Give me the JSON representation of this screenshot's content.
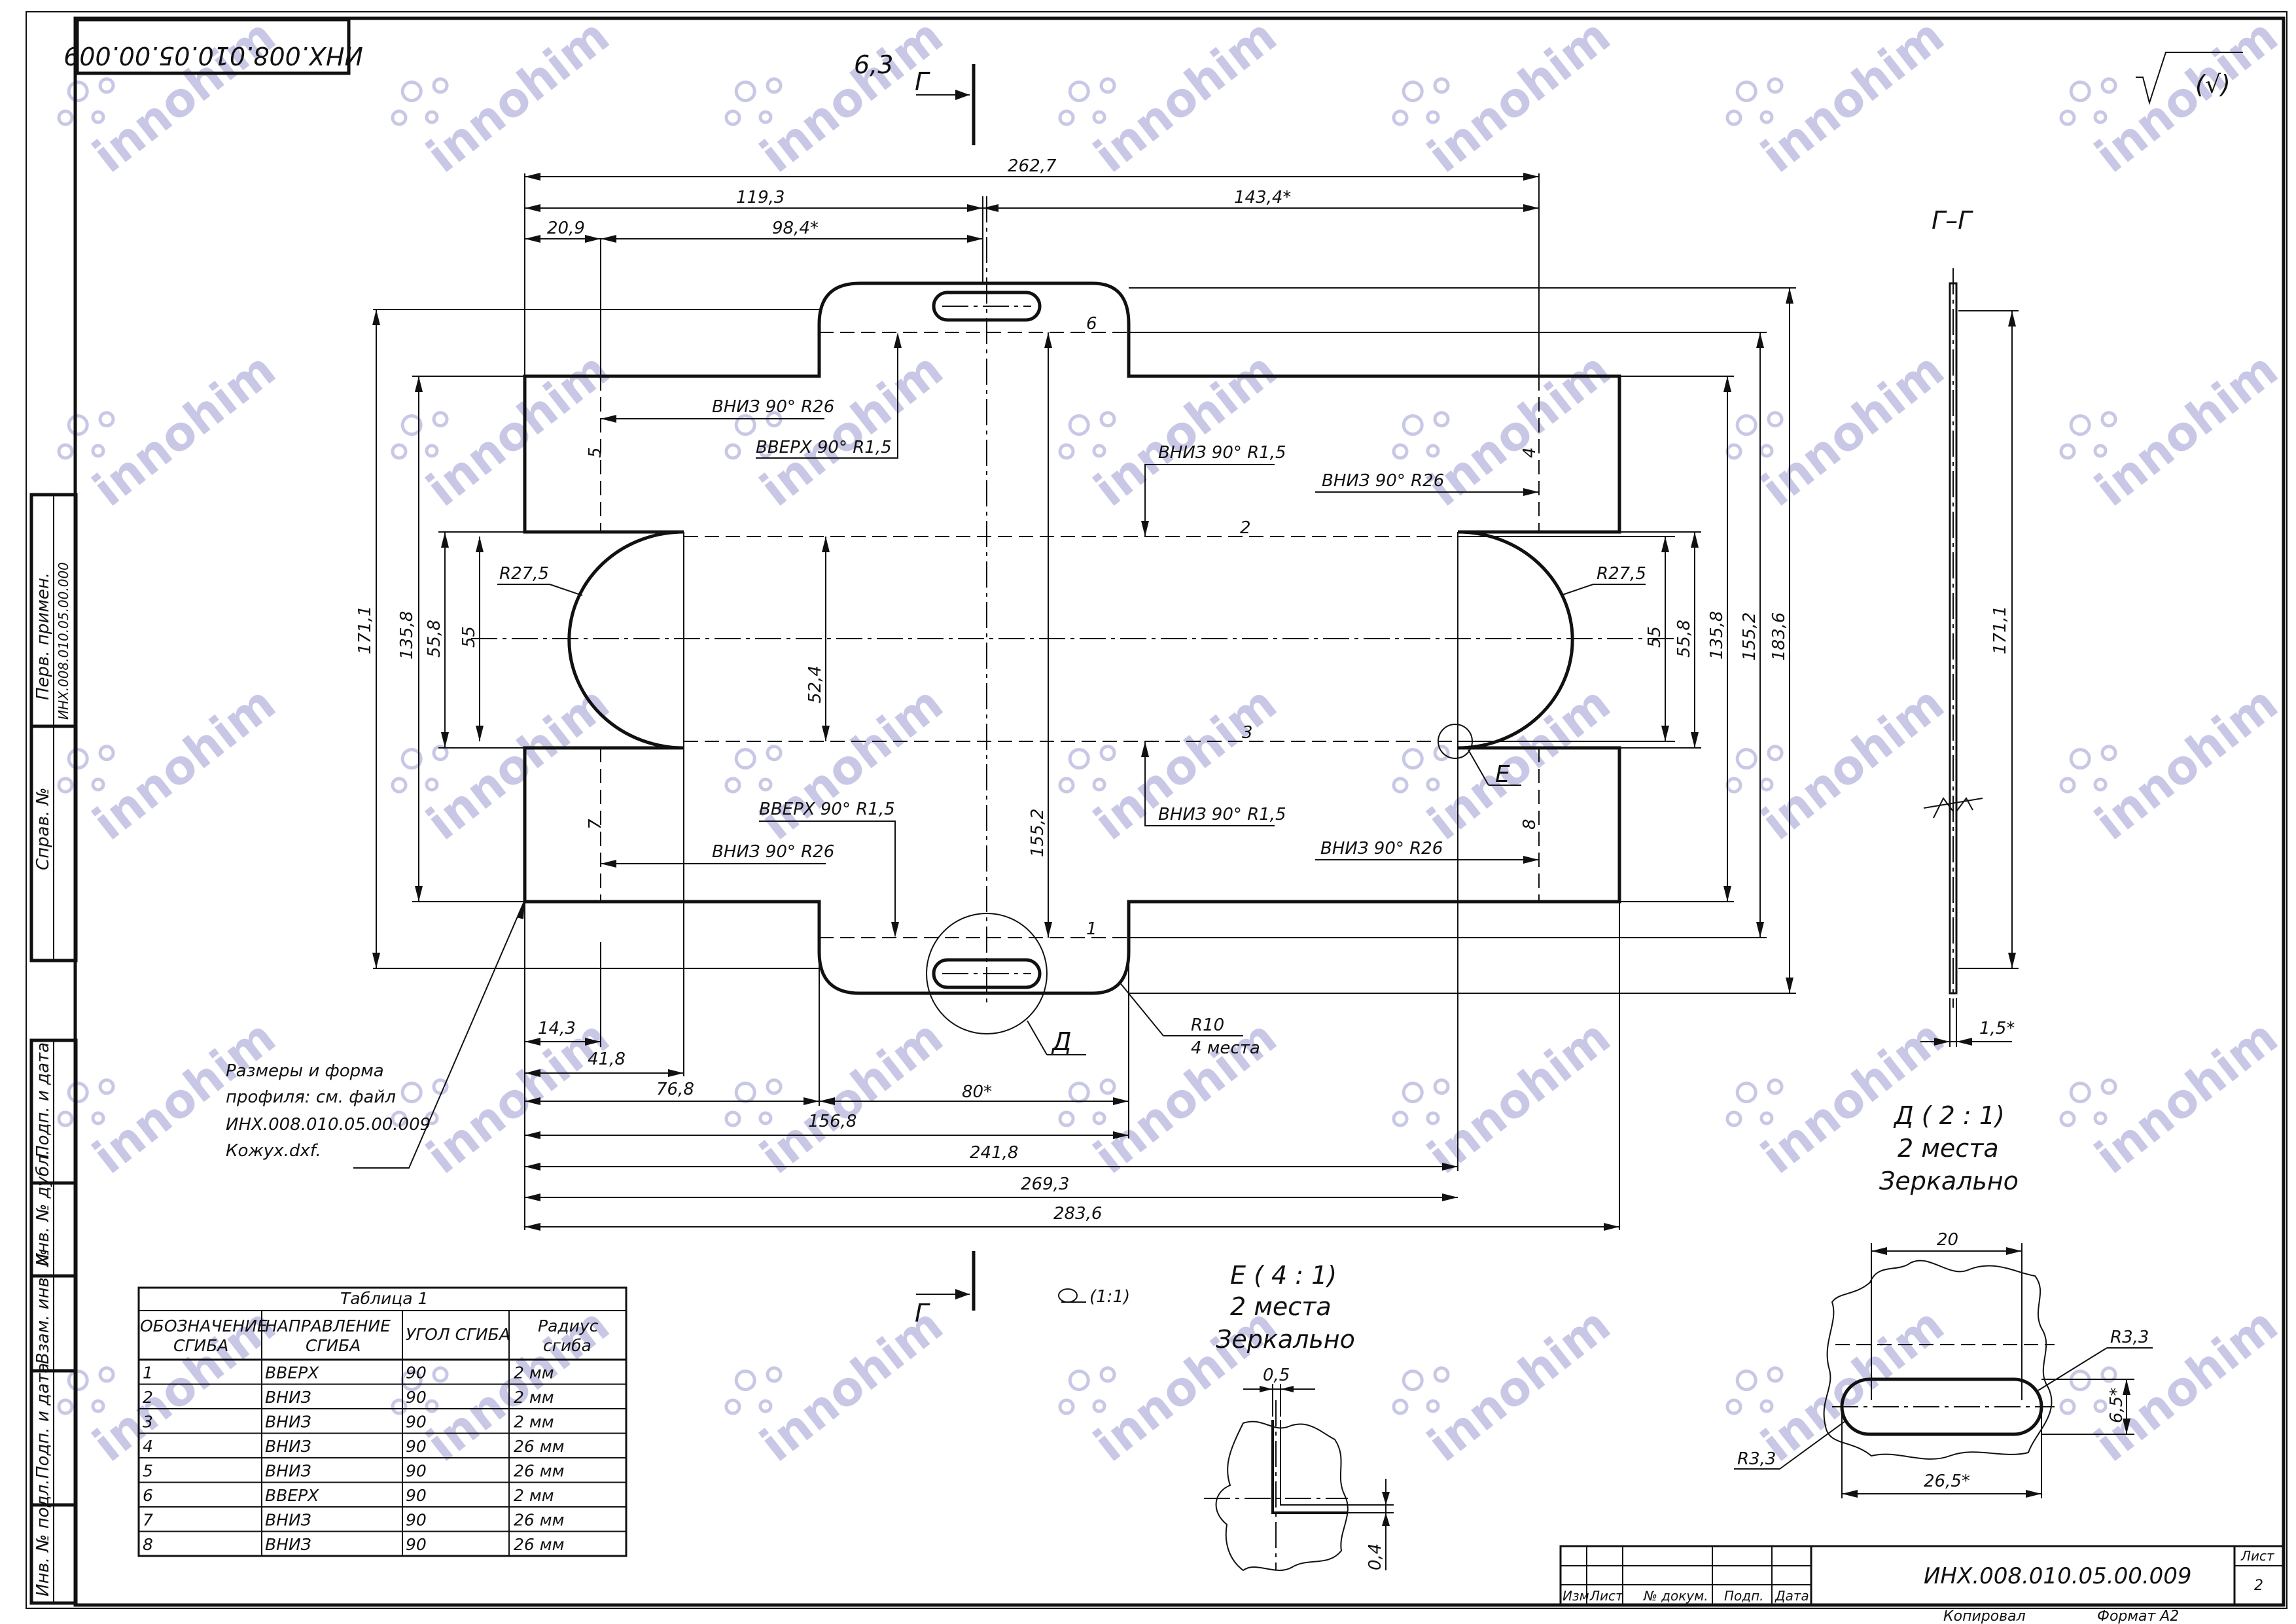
{
  "document": {
    "code_rotated": "ИНХ.008.010.05.00.009",
    "roughness": "6,3",
    "watermark": "innohim"
  },
  "left_strip": {
    "perv_primen_label": "Перв. примен.",
    "perv_primen_value": "ИНХ.008.010.05.00.000",
    "sprav_label": "Справ. №",
    "podp_data_label": "Подп. и дата",
    "inv_dubl_label": "Инв. № дубл.",
    "vzam_inv_label": "Взам. инв. №",
    "podp_data2_label": "Подп. и дата",
    "inv_podl_label": "Инв. № подл."
  },
  "section_marks": {
    "top": "Г",
    "bottom": "Г",
    "section_title": "Г–Г"
  },
  "dims_horizontal_top": {
    "total": "262,7",
    "d119": "119,3",
    "d143": "143,4*",
    "d20": "20,9",
    "d98": "98,4*"
  },
  "dims_vertical": {
    "d171": "171,1",
    "d135_left": "135,8",
    "d55_8_left": "55,8",
    "d55_left": "55",
    "d52": "52,4",
    "d155_center": "155,2",
    "d55_right": "55",
    "d55_8_right": "55,8",
    "d135_right": "135,8",
    "d155_right": "155,2",
    "d183": "183,6",
    "section_171": "171,1"
  },
  "dims_horizontal_bottom": {
    "d14": "14,3",
    "d41": "41,8",
    "d76": "76,8",
    "d80": "80*",
    "d156": "156,8",
    "d241": "241,8",
    "d269": "269,3",
    "d283": "283,6",
    "section_thickness": "1,5*"
  },
  "bend_labels": {
    "b1": "1",
    "b2": "2",
    "b3": "3",
    "b4": "4",
    "b5": "5",
    "b6": "6",
    "b7": "7",
    "b8": "8"
  },
  "callouts": {
    "vniz_r26_tl": "ВНИЗ 90° R26",
    "vverh_r1_5_tl": "ВВЕРХ 90° R1,5",
    "vniz_r1_5_tc": "ВНИЗ 90° R1,5",
    "vniz_r26_tr": "ВНИЗ 90° R26",
    "vverh_r1_5_bl": "ВВЕРХ 90° R1,5",
    "vniz_r26_bl": "ВНИЗ 90° R26",
    "vniz_r1_5_bc": "ВНИЗ 90° R1,5",
    "vniz_r26_br": "ВНИЗ 90° R26",
    "r27_left": "R27,5",
    "r27_right": "R27,5",
    "r10": "R10",
    "r10_count": "4 места",
    "view_e": "Е",
    "view_d": "Д"
  },
  "profile_note": [
    "Размеры и форма",
    "профиля: см. файл",
    "ИНХ.008.010.05.00.009",
    "Кожух.dxf."
  ],
  "detail_d": {
    "title": "Д ( 2 : 1)",
    "count": "2 места",
    "mirror": "Зеркально",
    "d20": "20",
    "r3_top": "R3,3",
    "r3_bottom": "R3,3",
    "d6_5": "6,5*",
    "d26_5": "26,5*"
  },
  "detail_e": {
    "title": "Е ( 4 : 1)",
    "count": "2 места",
    "mirror": "Зеркально",
    "d0_5": "0,5",
    "d0_4": "0,4"
  },
  "flatness": {
    "scale": "(1:1)"
  },
  "bend_table": {
    "title": "Таблица 1",
    "headers": [
      [
        "ОБОЗНАЧЕНИЕ",
        "СГИБА"
      ],
      [
        "НАПРАВЛЕНИЕ",
        "СГИБА"
      ],
      [
        "УГОЛ СГИБА",
        ""
      ],
      [
        "Радиус",
        "сгиба"
      ]
    ],
    "rows": [
      [
        "1",
        "ВВЕРХ",
        "90",
        "2 мм"
      ],
      [
        "2",
        "ВНИЗ",
        "90",
        "2 мм"
      ],
      [
        "3",
        "ВНИЗ",
        "90",
        "2 мм"
      ],
      [
        "4",
        "ВНИЗ",
        "90",
        "26 мм"
      ],
      [
        "5",
        "ВНИЗ",
        "90",
        "26 мм"
      ],
      [
        "6",
        "ВВЕРХ",
        "90",
        "2 мм"
      ],
      [
        "7",
        "ВНИЗ",
        "90",
        "26 мм"
      ],
      [
        "8",
        "ВНИЗ",
        "90",
        "26 мм"
      ]
    ]
  },
  "title_block": {
    "izm": "Изм",
    "list": "Лист",
    "no_dokum": "№ докум.",
    "podp": "Подп.",
    "data": "Дата",
    "designation": "ИНХ.008.010.05.00.009",
    "sheet_label": "Лист",
    "sheet_number": "2",
    "copied": "Копировал",
    "format": "Формат А2"
  }
}
